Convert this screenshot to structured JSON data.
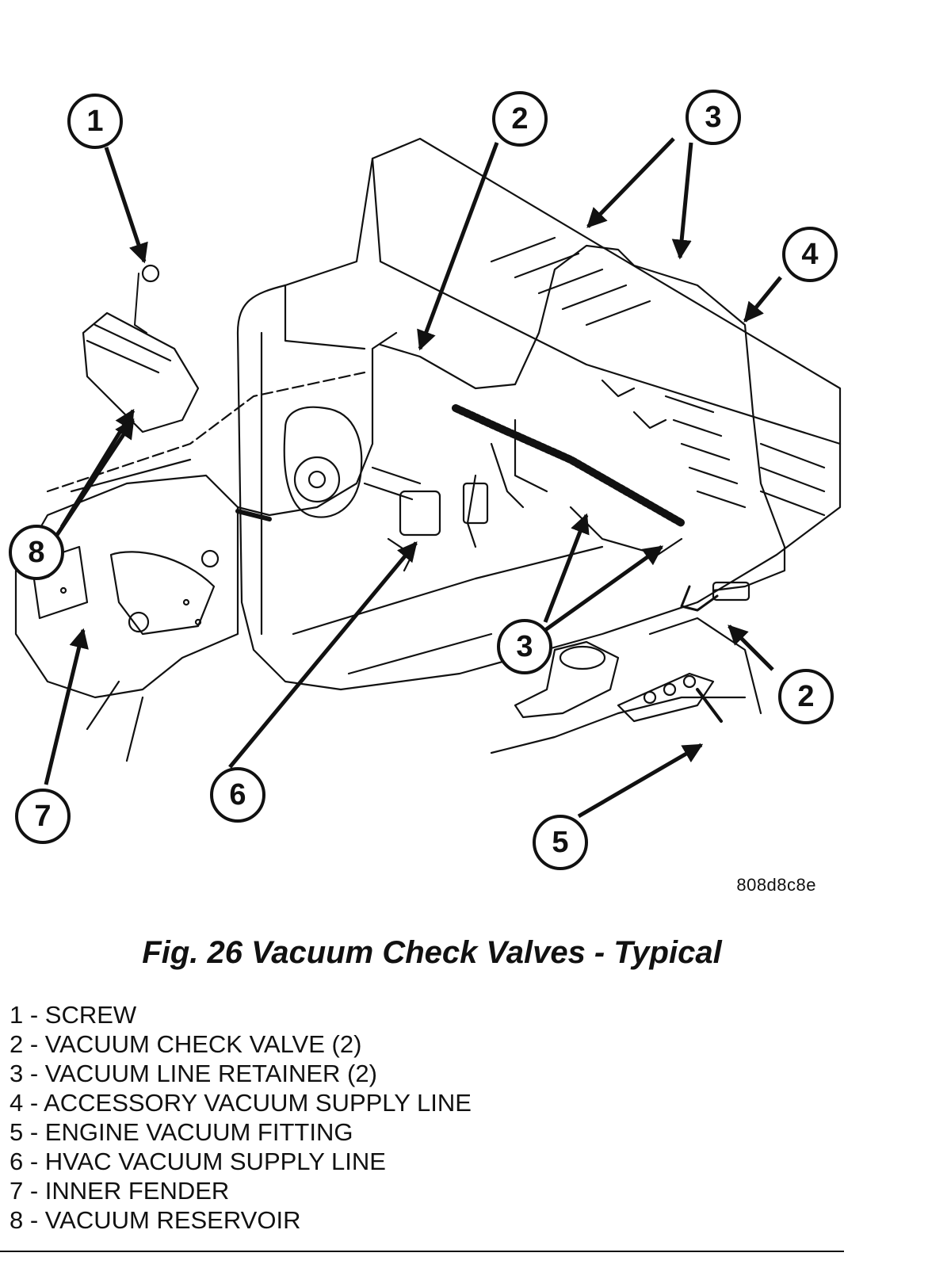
{
  "figure_id": "808d8c8e",
  "caption": "Fig. 26 Vacuum Check Valves - Typical",
  "callouts": [
    "1",
    "2",
    "3",
    "4",
    "5",
    "6",
    "7",
    "8"
  ],
  "legend": [
    "1 - SCREW",
    "2 - VACUUM CHECK VALVE (2)",
    "3 - VACUUM LINE RETAINER (2)",
    "4 - ACCESSORY VACUUM SUPPLY LINE",
    "5 - ENGINE VACUUM FITTING",
    "6 - HVAC VACUUM SUPPLY LINE",
    "7 - INNER FENDER",
    "8 - VACUUM RESERVOIR"
  ]
}
